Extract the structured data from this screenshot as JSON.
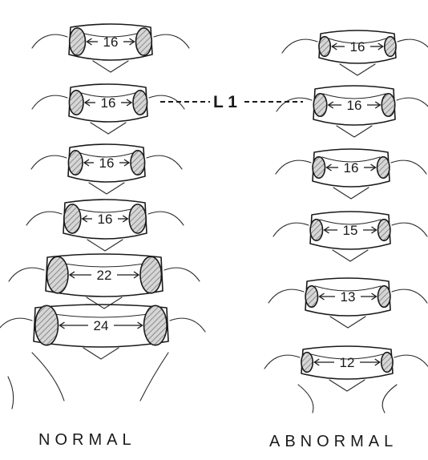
{
  "level_label": "L 1",
  "columns": [
    {
      "caption": "NORMAL",
      "measurements": [
        "16",
        "16",
        "16",
        "16",
        "22",
        "24"
      ]
    },
    {
      "caption": "ABNORMAL",
      "measurements": [
        "16",
        "16",
        "16",
        "15",
        "13",
        "12"
      ]
    }
  ],
  "colors": {
    "ink": "#1a1a1a",
    "paper": "#ffffff",
    "pedicle_fill": "#bdbdbd"
  }
}
